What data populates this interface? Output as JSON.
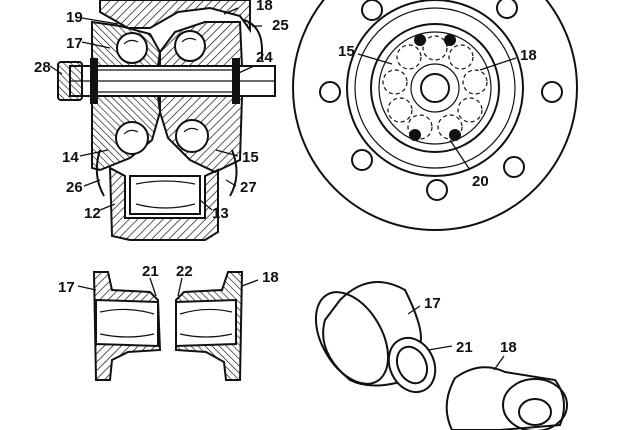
{
  "labels": {
    "l19": "19",
    "l17a": "17",
    "l28": "28",
    "l14": "14",
    "l26": "26",
    "l12": "12",
    "l13": "13",
    "l27": "27",
    "l15a": "15",
    "l24": "24",
    "l25": "25",
    "l18a": "18",
    "l15b": "15",
    "l18b": "18",
    "l20": "20",
    "l17b": "17",
    "l21a": "21",
    "l22": "22",
    "l18c": "18",
    "l17c": "17",
    "l21b": "21",
    "l18d": "18"
  }
}
